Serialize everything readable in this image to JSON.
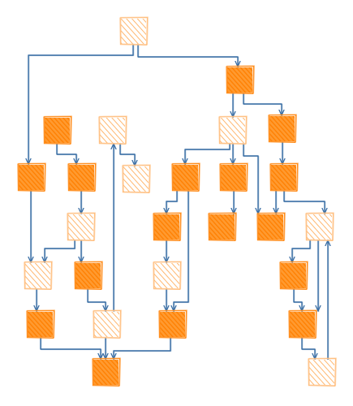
{
  "diagram": {
    "type": "hierarchical-graph",
    "style": "hand-drawn sketch with hachure fill",
    "colors": {
      "node_fill": "#ff8c1a",
      "node_stroke": "#ff8c1a",
      "node_light_fill": "#ffbf80",
      "edge": "#3a6ea5",
      "background": "#ffffff"
    },
    "nodes": [
      {
        "id": "root",
        "shade": "light"
      },
      {
        "id": "n-right-top",
        "shade": "dark"
      },
      {
        "id": "n-left-a",
        "shade": "dark"
      },
      {
        "id": "n-left-b",
        "shade": "light"
      },
      {
        "id": "n-right-a",
        "shade": "light"
      },
      {
        "id": "n-right-b",
        "shade": "dark"
      },
      {
        "id": "n-col1-row3",
        "shade": "dark"
      },
      {
        "id": "n-col2-row3",
        "shade": "dark"
      },
      {
        "id": "n-col3-row3",
        "shade": "light"
      },
      {
        "id": "n-col4-row3",
        "shade": "dark"
      },
      {
        "id": "n-col5-row3",
        "shade": "dark"
      },
      {
        "id": "n-col6-row3",
        "shade": "dark"
      },
      {
        "id": "n-col2-row4",
        "shade": "light"
      },
      {
        "id": "n-col4-row4",
        "shade": "dark"
      },
      {
        "id": "n-col5-row4",
        "shade": "dark"
      },
      {
        "id": "n-col6-row4",
        "shade": "dark"
      },
      {
        "id": "n-col7-row4",
        "shade": "light"
      },
      {
        "id": "n-col1-row5",
        "shade": "light"
      },
      {
        "id": "n-col2-row5",
        "shade": "dark"
      },
      {
        "id": "n-col4-row5",
        "shade": "light"
      },
      {
        "id": "n-col7-row5",
        "shade": "dark"
      },
      {
        "id": "n-col1-row6",
        "shade": "dark"
      },
      {
        "id": "n-col3-row6",
        "shade": "light"
      },
      {
        "id": "n-col4-row6",
        "shade": "dark"
      },
      {
        "id": "n-col7-row6",
        "shade": "dark"
      },
      {
        "id": "n-bottom",
        "shade": "dark"
      },
      {
        "id": "n-col7-row7",
        "shade": "light"
      }
    ],
    "edges": [
      {
        "from": "root",
        "to": "n-col1-row3"
      },
      {
        "from": "root",
        "to": "n-right-top"
      },
      {
        "from": "n-right-top",
        "to": "n-right-a"
      },
      {
        "from": "n-right-top",
        "to": "n-right-b"
      },
      {
        "from": "n-left-a",
        "to": "n-col2-row3"
      },
      {
        "from": "n-left-b",
        "to": "n-col3-row3"
      },
      {
        "from": "n-right-a",
        "to": "n-col4-row3"
      },
      {
        "from": "n-right-a",
        "to": "n-col5-row3"
      },
      {
        "from": "n-right-a",
        "to": "n-col6-row4"
      },
      {
        "from": "n-right-b",
        "to": "n-col6-row3"
      },
      {
        "from": "n-col1-row3",
        "to": "n-col1-row5"
      },
      {
        "from": "n-col2-row3",
        "to": "n-col2-row4"
      },
      {
        "from": "n-col2-row4",
        "to": "n-col1-row5"
      },
      {
        "from": "n-col2-row4",
        "to": "n-col2-row5"
      },
      {
        "from": "n-col4-row3",
        "to": "n-col4-row4"
      },
      {
        "from": "n-col4-row4",
        "to": "n-col4-row5"
      },
      {
        "from": "n-col5-row3",
        "to": "n-col5-row4"
      },
      {
        "from": "n-col6-row3",
        "to": "n-col6-row4"
      },
      {
        "from": "n-col6-row3",
        "to": "n-col7-row4"
      },
      {
        "from": "n-col1-row5",
        "to": "n-col1-row6"
      },
      {
        "from": "n-col2-row5",
        "to": "n-col3-row6"
      },
      {
        "from": "n-col4-row5",
        "to": "n-col4-row6"
      },
      {
        "from": "n-col4-row3",
        "to": "n-col4-row6"
      },
      {
        "from": "n-col7-row4",
        "to": "n-col7-row5"
      },
      {
        "from": "n-col7-row5",
        "to": "n-col7-row6"
      },
      {
        "from": "n-col7-row4",
        "to": "n-col7-row6"
      },
      {
        "from": "n-col7-row6",
        "to": "n-col7-row7"
      },
      {
        "from": "n-col7-row7",
        "to": "n-col7-row4"
      },
      {
        "from": "n-col3-row6",
        "to": "n-left-b"
      },
      {
        "from": "n-col1-row6",
        "to": "n-bottom"
      },
      {
        "from": "n-col3-row6",
        "to": "n-bottom"
      },
      {
        "from": "n-col4-row6",
        "to": "n-bottom"
      }
    ]
  }
}
